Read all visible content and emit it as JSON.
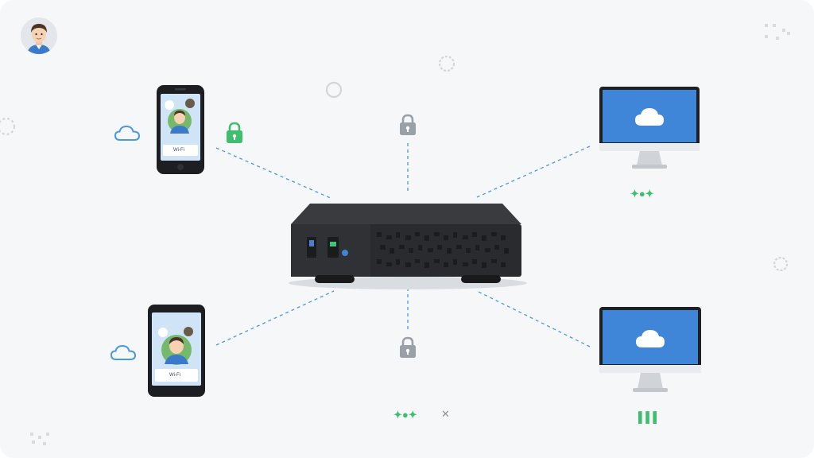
{
  "phones": [
    {
      "caption": "Wi‑Fi"
    },
    {
      "caption": "Wi‑Fi"
    }
  ],
  "status_marks": {
    "monitor_top": "✦●✦",
    "monitor_bottom": "▌▌▌",
    "center_bottom": "✦●✦",
    "center_close": "✕"
  },
  "colors": {
    "link": "#4a98e0",
    "lock_green": "#3fbf6e",
    "lock_gray": "#9aa0a8",
    "router": "#2a2b2e",
    "screen": "#3f86d9",
    "status_green": "#3fbf6e",
    "status_blue": "#3b86d8"
  },
  "icons": [
    "user-avatar",
    "cloud-icon",
    "lock-icon",
    "monitor-icon",
    "phone-icon",
    "router-device",
    "loading-ring-icon"
  ]
}
